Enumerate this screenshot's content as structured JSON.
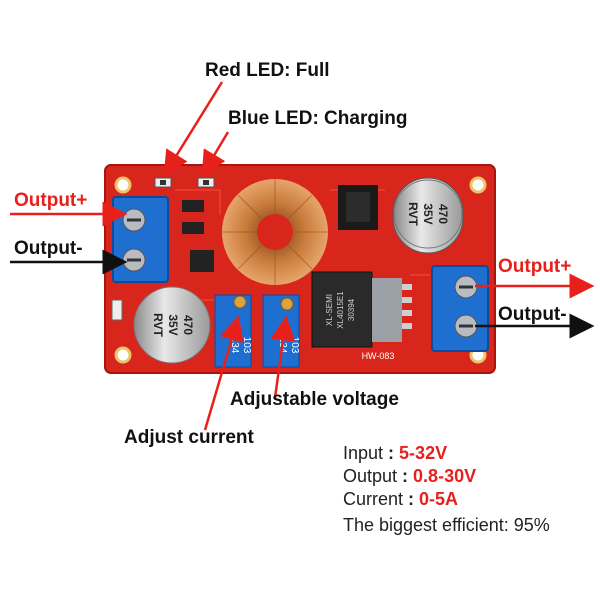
{
  "labels": {
    "red_led": "Red LED: Full",
    "blue_led": "Blue LED: Charging",
    "output_plus_left": "Output+",
    "output_minus_left": "Output-",
    "output_plus_right": "Output+",
    "output_minus_right": "Output-",
    "adjustable_voltage": "Adjustable voltage",
    "adjust_current": "Adjust current"
  },
  "board": {
    "cap_top_text": [
      "470",
      "35V",
      "RVT"
    ],
    "cap_bottom_text": [
      "470",
      "35V",
      "RVT"
    ],
    "chip_text": [
      "XL-SEMI",
      "XL4015E1",
      "30394"
    ],
    "pot1_text": [
      "134",
      "103"
    ],
    "pot2_text": [
      "134",
      "103"
    ],
    "board_id": "HW-083"
  },
  "specs": {
    "input_key": "Input",
    "input_val": "5-32V",
    "output_key": "Output",
    "output_val": "0.8-30V",
    "current_key": "Current",
    "current_val": "0-5A",
    "efficiency": "The biggest efficient: 95%"
  },
  "colors": {
    "board_red": "#d9261c",
    "arrow_red": "#e8201c",
    "terminal_blue": "#1f6fd1"
  }
}
